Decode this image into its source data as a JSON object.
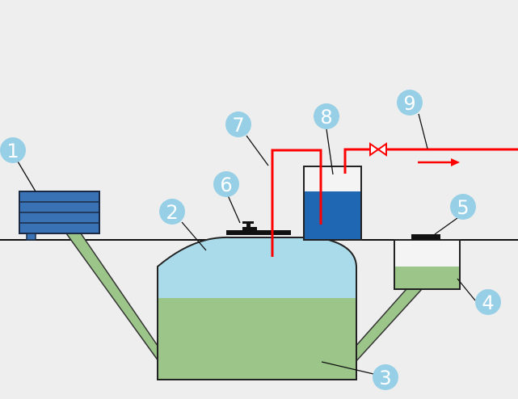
{
  "diagram": {
    "callouts": [
      {
        "id": "1",
        "label": "1"
      },
      {
        "id": "2",
        "label": "2"
      },
      {
        "id": "3",
        "label": "3"
      },
      {
        "id": "4",
        "label": "4"
      },
      {
        "id": "5",
        "label": "5"
      },
      {
        "id": "6",
        "label": "6"
      },
      {
        "id": "7",
        "label": "7"
      },
      {
        "id": "8",
        "label": "8"
      },
      {
        "id": "9",
        "label": "9"
      }
    ],
    "colors": {
      "background": "#eeeeee",
      "ground_line": "#111111",
      "slurry": "#9cc589",
      "gas": "#aadbea",
      "water": "#1f66b3",
      "pipe": "#ff0000",
      "feed_box": "#3a73b5",
      "callout_circle": "#96cfe6",
      "valve": "#ff0000",
      "outline": "#222222"
    }
  }
}
